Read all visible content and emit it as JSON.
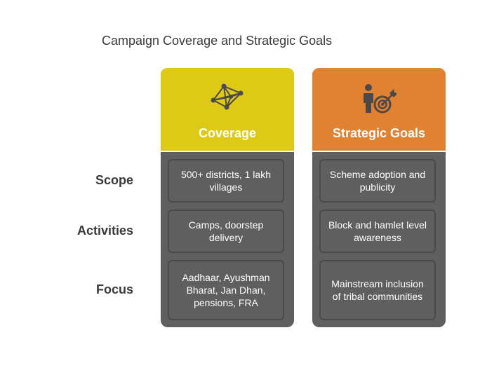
{
  "title": "Campaign Coverage and Strategic Goals",
  "row_labels": [
    "Scope",
    "Activities",
    "Focus"
  ],
  "columns": [
    {
      "title": "Coverage",
      "icon": "network-icon",
      "color": "#dfc917",
      "cells": [
        "500+ districts, 1 lakh villages",
        "Camps, doorstep delivery",
        "Aadhaar, Ayushman Bharat, Jan Dhan, pensions, FRA"
      ]
    },
    {
      "title": "Strategic Goals",
      "icon": "person-target-icon",
      "color": "#e08231",
      "cells": [
        "Scheme adoption and publicity",
        "Block and hamlet level awareness",
        "Mainstream inclusion of tribal communities"
      ]
    }
  ]
}
